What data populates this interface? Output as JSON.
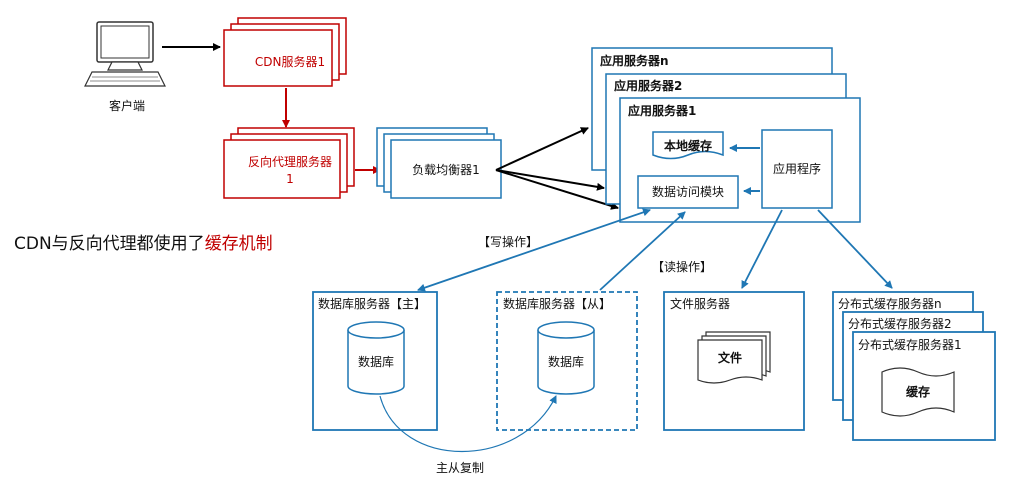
{
  "client": {
    "label": "客户端"
  },
  "cdn": {
    "label": "CDN服务器1"
  },
  "reverse_proxy": {
    "line1": "反向代理服务器",
    "line2": "1"
  },
  "load_balancer": {
    "label": "负载均衡器1"
  },
  "app_servers": {
    "back": "应用服务器n",
    "middle": "应用服务器2",
    "front": "应用服务器1"
  },
  "local_cache": {
    "label": "本地缓存"
  },
  "app_program": {
    "label": "应用程序"
  },
  "data_access": {
    "label": "数据访问模块"
  },
  "caption": {
    "prefix": "CDN与反向代理都使用了",
    "highlight": "缓存机制"
  },
  "write_op": {
    "label": "【写操作】"
  },
  "read_op": {
    "label": "【读操作】"
  },
  "db_master": {
    "title": "数据库服务器【主】",
    "db": "数据库"
  },
  "db_slave": {
    "title": "数据库服务器【从】",
    "db": "数据库"
  },
  "replication": {
    "label": "主从复制"
  },
  "file_server": {
    "title": "文件服务器",
    "doc": "文件"
  },
  "dist_cache": {
    "back": "分布式缓存服务器n",
    "middle": "分布式缓存服务器2",
    "front": "分布式缓存服务器1",
    "cache": "缓存"
  },
  "colors": {
    "red": "#c00000",
    "blue": "#1f77b4",
    "black": "#000000"
  }
}
